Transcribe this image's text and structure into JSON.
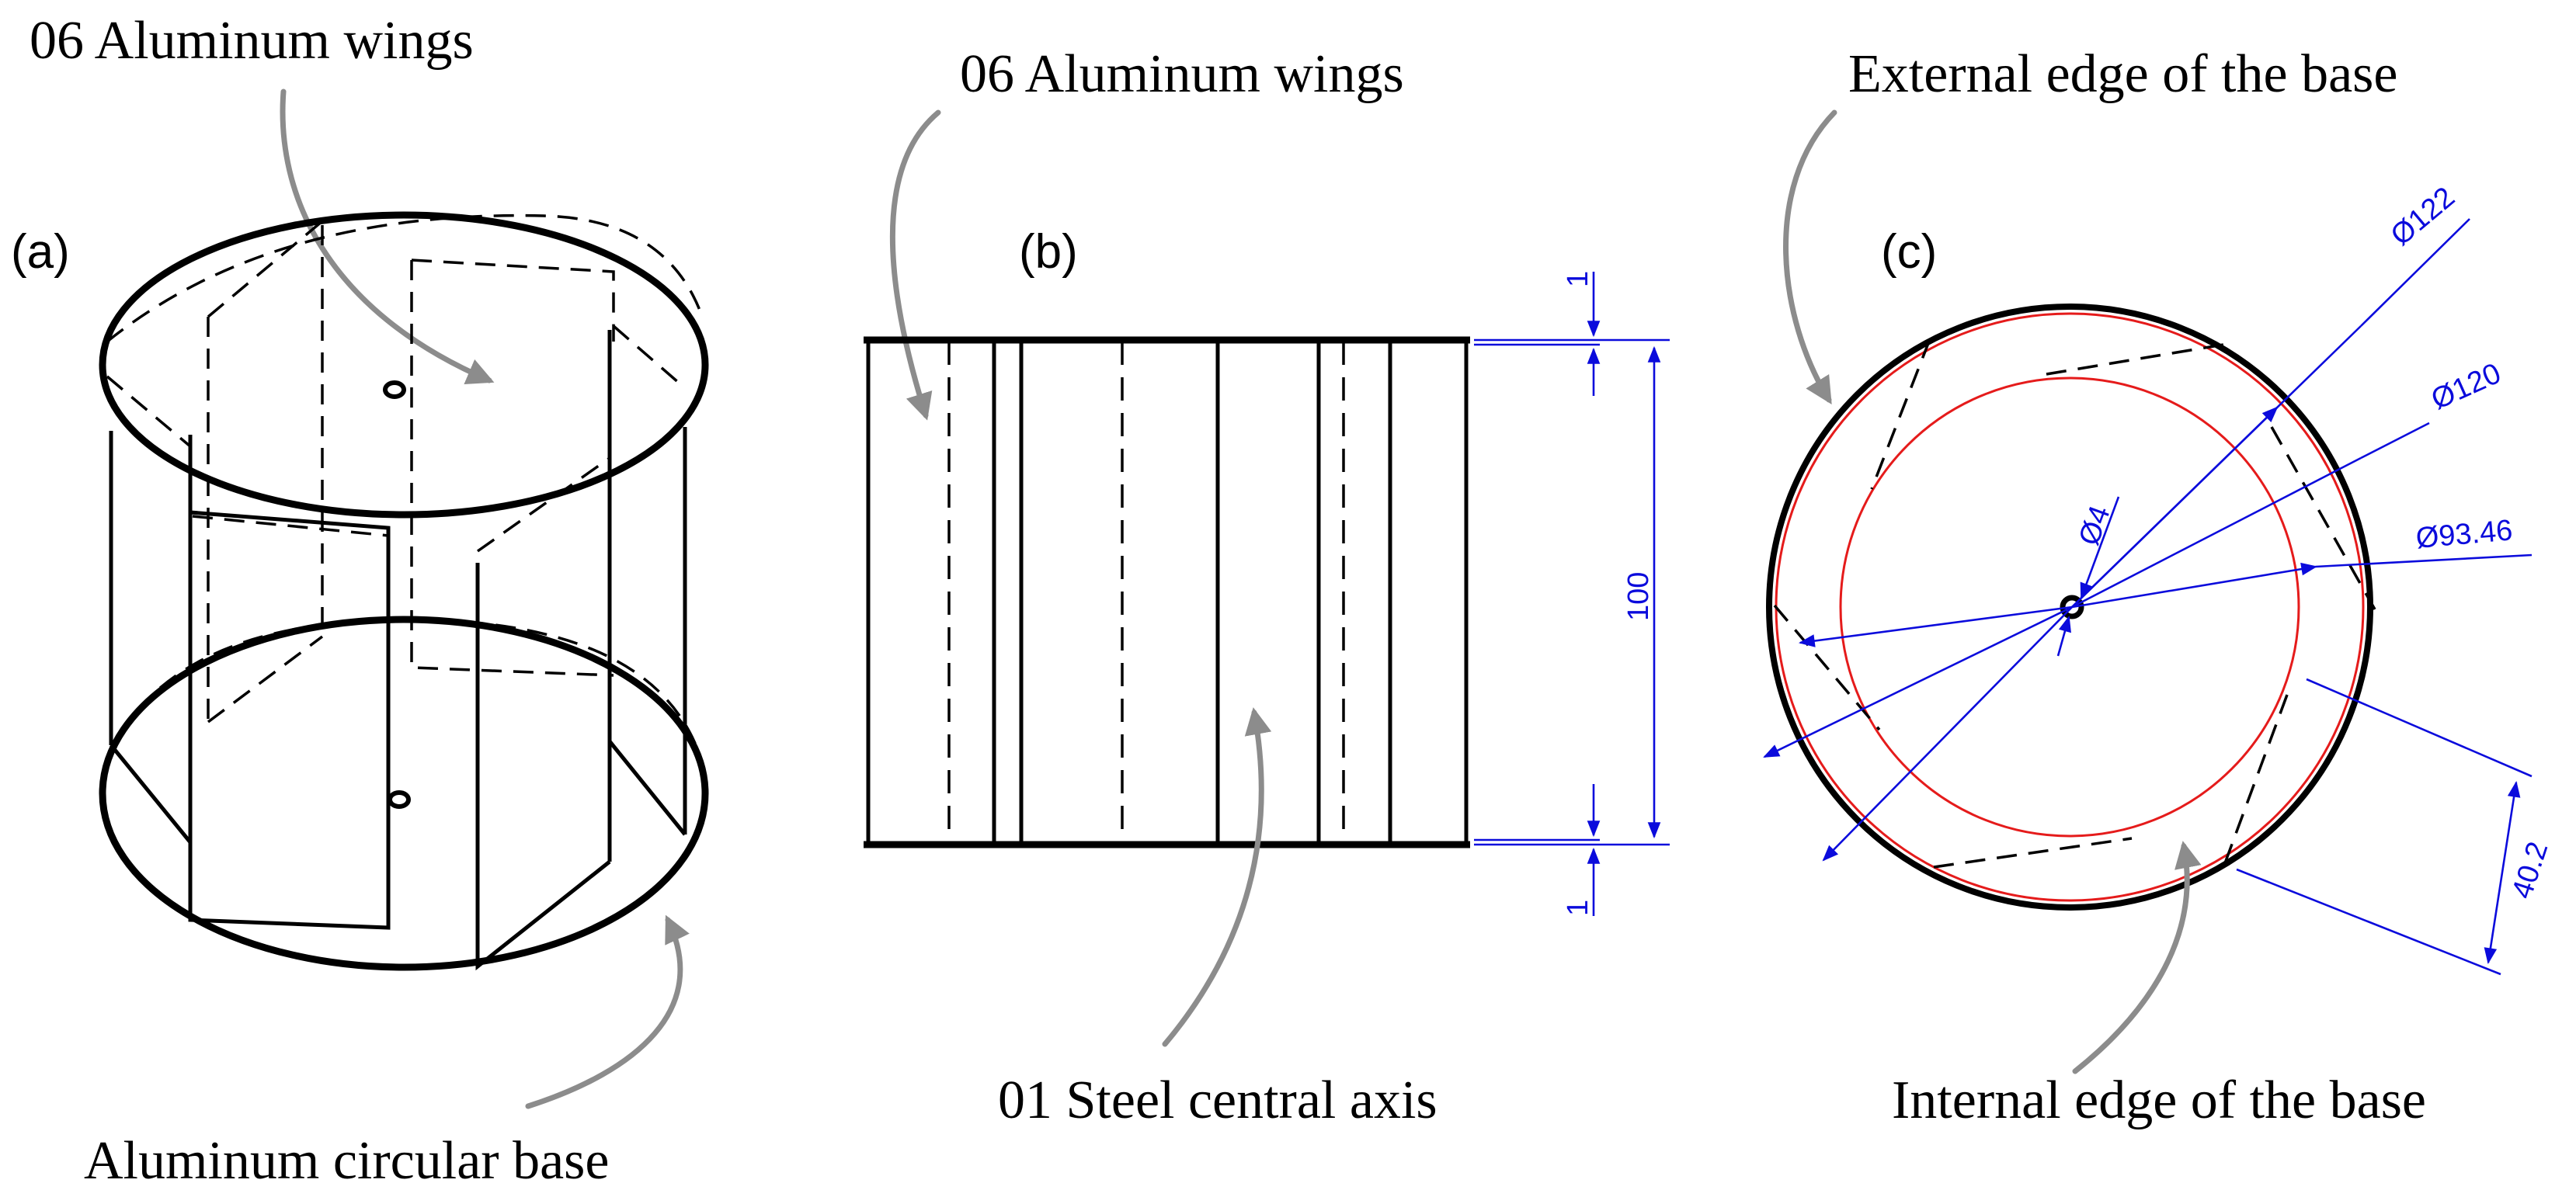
{
  "colors": {
    "outline": "#000000",
    "leader": "#8c8c8c",
    "dimension": "#0b0bdc",
    "internal_edge": "#e51b1b"
  },
  "panel_a": {
    "tag": "(a)",
    "label_wings": "06 Aluminum wings",
    "label_base": "Aluminum circular base"
  },
  "panel_b": {
    "tag": "(b)",
    "label_wings": "06 Aluminum wings",
    "label_axis": "01 Steel central axis",
    "dim_height": "100",
    "dim_top_thickness": "1",
    "dim_bottom_thickness": "1"
  },
  "panel_c": {
    "tag": "(c)",
    "label_external": "External edge of the base",
    "label_internal": "Internal edge of the base",
    "dim_outer": "Ø122",
    "dim_inner": "Ø120",
    "dim_wing_circle": "Ø93.46",
    "dim_axis": "Ø4",
    "dim_wing": "40.2"
  }
}
